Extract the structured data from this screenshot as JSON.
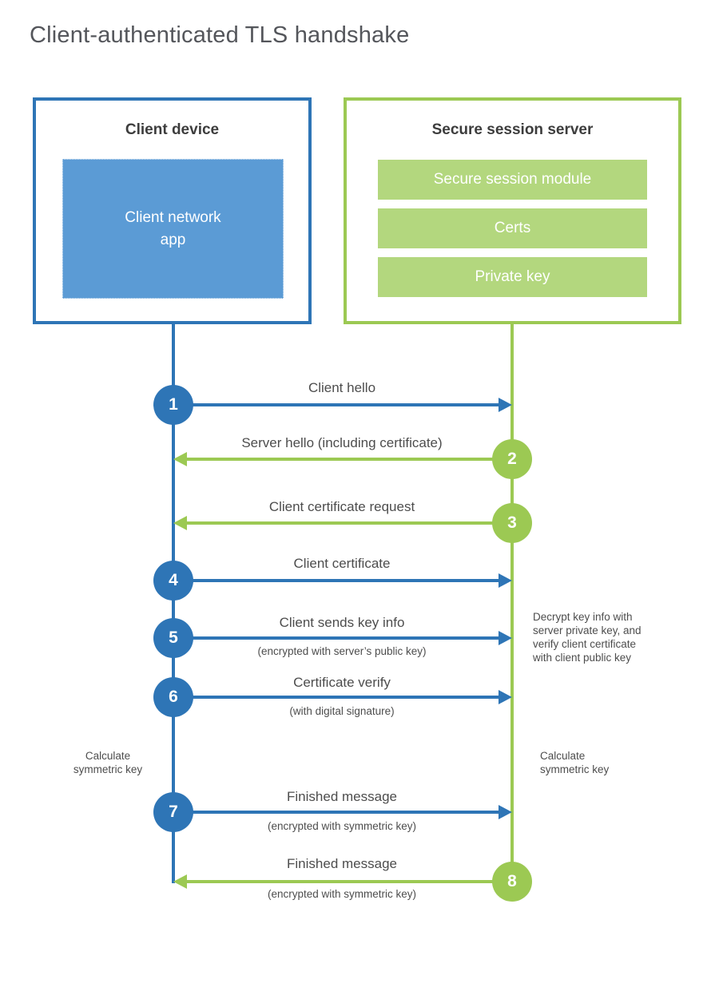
{
  "title": "Client-authenticated TLS handshake",
  "colors": {
    "blue": "#2e75b6",
    "blue_light": "#5b9bd5",
    "green": "#9cc953",
    "green_light": "#b3d77e",
    "heading_text": "#3d3d3d",
    "label_text": "#4d4d4d",
    "title_text": "#54565b"
  },
  "client_box": {
    "title": "Client device",
    "app_label": "Client network\napp"
  },
  "server_box": {
    "title": "Secure session server",
    "modules": [
      "Secure session module",
      "Certs",
      "Private key"
    ]
  },
  "messages": [
    {
      "num": "1",
      "direction": "right",
      "color": "blue",
      "label": "Client hello",
      "sub": ""
    },
    {
      "num": "2",
      "direction": "left",
      "color": "green",
      "label": "Server hello (including certificate)",
      "sub": ""
    },
    {
      "num": "3",
      "direction": "left",
      "color": "green",
      "label": "Client certificate request",
      "sub": ""
    },
    {
      "num": "4",
      "direction": "right",
      "color": "blue",
      "label": "Client certificate",
      "sub": ""
    },
    {
      "num": "5",
      "direction": "right",
      "color": "blue",
      "label": "Client sends key info",
      "sub": "(encrypted with server’s public key)"
    },
    {
      "num": "6",
      "direction": "right",
      "color": "blue",
      "label": "Certificate verify",
      "sub": "(with digital signature)"
    },
    {
      "num": "7",
      "direction": "right",
      "color": "blue",
      "label": "Finished message",
      "sub": "(encrypted with symmetric key)"
    },
    {
      "num": "8",
      "direction": "left",
      "color": "green",
      "label": "Finished message",
      "sub": "(encrypted with symmetric key)"
    }
  ],
  "annotations": {
    "decrypt_note": "Decrypt key info with\nserver private key, and\nverify client certificate\nwith client public key",
    "calc_left": "Calculate\nsymmetric key",
    "calc_right": "Calculate\nsymmetric key"
  }
}
